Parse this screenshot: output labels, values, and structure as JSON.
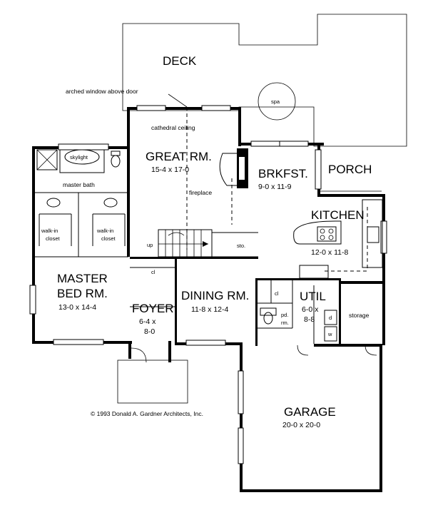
{
  "plan": {
    "deck": {
      "label": "DECK"
    },
    "spa": {
      "label": "spa"
    },
    "arched_window_note": "arched window above door",
    "cathedral_ceiling_note": "cathedral ceiling",
    "great_room": {
      "label": "GREAT RM.",
      "size": "15-4  x  17-0"
    },
    "fireplace_note": "fireplace",
    "breakfast": {
      "label": "BRKFST.",
      "size": "9-0  x  11-9"
    },
    "porch": {
      "label": "PORCH"
    },
    "kitchen": {
      "label": "KITCHEN",
      "size": "12-0  x  11-8"
    },
    "skylight_note": "skylight",
    "master_bath_note": "master bath",
    "walk_in_closet_1": {
      "line1": "walk-in",
      "line2": "closet"
    },
    "walk_in_closet_2": {
      "line1": "walk-in",
      "line2": "closet"
    },
    "up_note": "up",
    "storage_note": "sto.",
    "closet_abbr_1": "cl",
    "closet_abbr_2": "cl",
    "master_bedroom": {
      "line1": "MASTER",
      "line2": "BED RM.",
      "size": "13-0  x  14-4"
    },
    "foyer": {
      "label": "FOYER",
      "size_line1": "6-4  x",
      "size_line2": "8-0"
    },
    "dining_room": {
      "label": "DINING RM.",
      "size": "11-8  x  12-4"
    },
    "powder_room": {
      "line1": "pd.",
      "line2": "rm."
    },
    "utility": {
      "label": "UTIL",
      "size_line1": "6-0  x",
      "size_line2": "8-8"
    },
    "washer_dryer": {
      "dryer": "d",
      "washer": "w"
    },
    "storage_room": {
      "label": "storage"
    },
    "garage": {
      "label": "GARAGE",
      "size": "20-0  x  20-0"
    },
    "copyright": "© 1993 Donald A. Gardner Architects, Inc."
  }
}
